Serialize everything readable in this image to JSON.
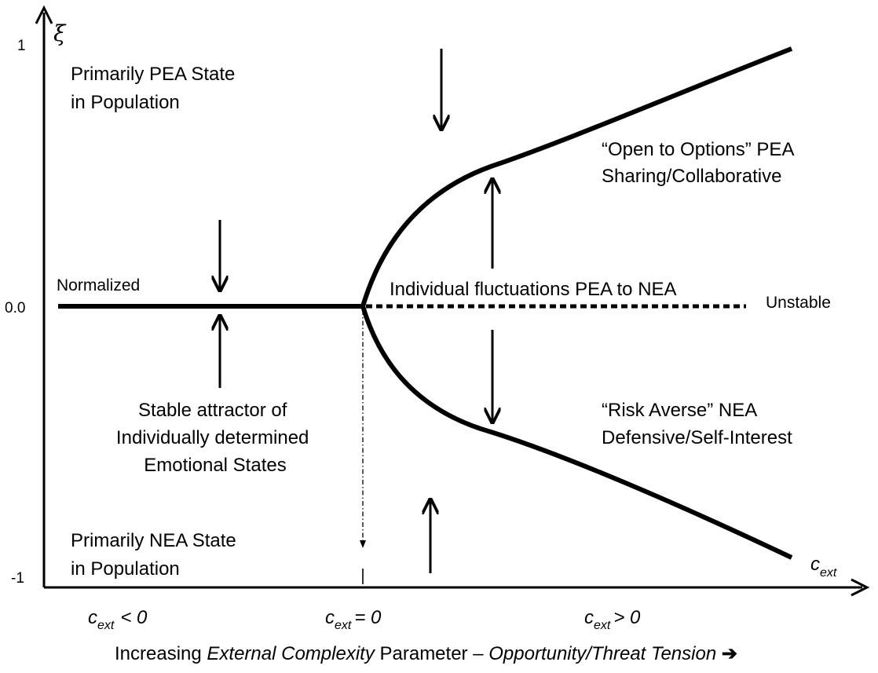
{
  "axes": {
    "y_symbol": "ξ",
    "y_ticks": [
      "1",
      "0.0",
      "-1"
    ],
    "x_symbol_main": "c",
    "x_symbol_sub": "ext"
  },
  "regions": {
    "pea_state": [
      "Primarily PEA State",
      "in Population"
    ],
    "nea_state": [
      "Primarily NEA State",
      "in Population"
    ]
  },
  "branches": {
    "normalized": "Normalized",
    "unstable": "Unstable",
    "fluctuations": "Individual fluctuations PEA to NEA",
    "stable_attractor": [
      "Stable attractor of",
      "Individually determined",
      "Emotional States"
    ],
    "upper_branch": [
      "“Open to Options” PEA",
      "Sharing/Collaborative"
    ],
    "lower_branch": [
      "“Risk Averse” NEA",
      "Defensive/Self-Interest"
    ]
  },
  "conditions": {
    "symbol": "c",
    "sub": "ext",
    "less": "< 0",
    "equal": "= 0",
    "greater": "> 0"
  },
  "xlabel": {
    "prefix": "Increasing ",
    "italic1": "External Complexity",
    "middle": " Parameter – ",
    "italic2": "Opportunity/Threat Tension",
    "arrow": " ➔"
  }
}
